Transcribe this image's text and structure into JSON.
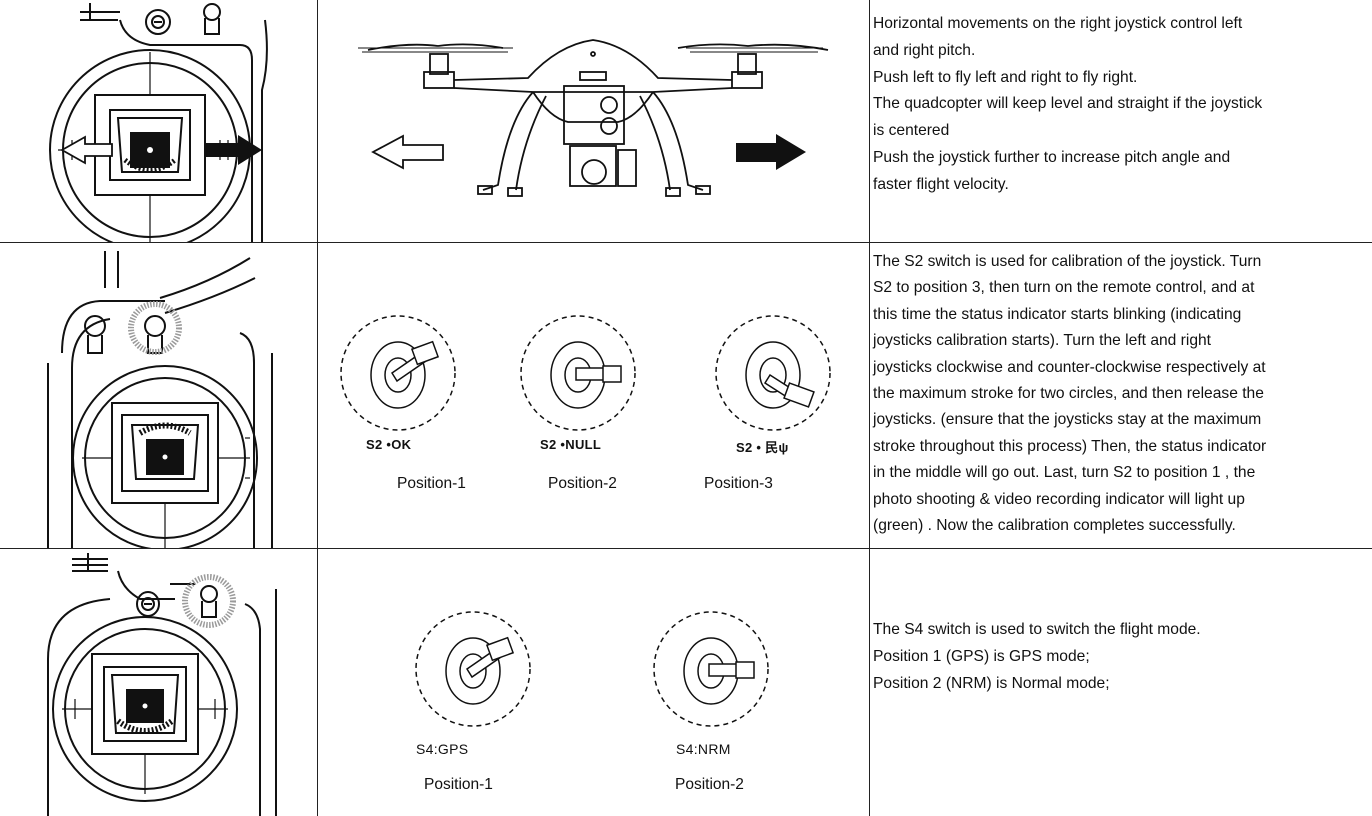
{
  "row1": {
    "description": [
      "Horizontal movements on the right joystick control left",
      "and right pitch.",
      "Push left to fly left and right to fly right.",
      "The quadcopter will keep level and straight if the joystick",
      "is centered",
      "Push the joystick further to increase pitch angle and",
      "faster flight velocity."
    ]
  },
  "row2": {
    "switches": [
      {
        "label": "S2 •OK",
        "position": "Position-1"
      },
      {
        "label": "S2 •NULL",
        "position": "Position-2"
      },
      {
        "label": "S2 • ⺠ψ",
        "position": "Position-3"
      }
    ],
    "description": [
      "The S2 switch is used for calibration of the joystick. Turn",
      "S2 to position 3, then turn on the remote control, and at",
      "this time the status indicator starts blinking (indicating",
      "joysticks calibration starts). Turn the left and right",
      "joysticks clockwise and counter-clockwise respectively at",
      "the maximum stroke for two circles, and then release the",
      "joysticks. (ensure that  the joysticks stay at the maximum",
      "stroke throughout this process) Then, the status indicator",
      "in the middle will go out. Last, turn S2 to position 1  , the",
      "photo shooting & video recording indicator will light up",
      "(green) . Now the calibration completes successfully."
    ]
  },
  "row3": {
    "switches": [
      {
        "label": "S4:GPS",
        "position": "Position-1"
      },
      {
        "label": "S4:NRM",
        "position": "Position-2"
      }
    ],
    "description": [
      "The S4 switch is used to switch the flight mode.",
      "Position 1 (GPS) is GPS mode;",
      "Position 2 (NRM) is Normal mode;"
    ]
  },
  "colors": {
    "border": "#222222",
    "ink": "#111111",
    "highlight": "#9a9a9a"
  }
}
